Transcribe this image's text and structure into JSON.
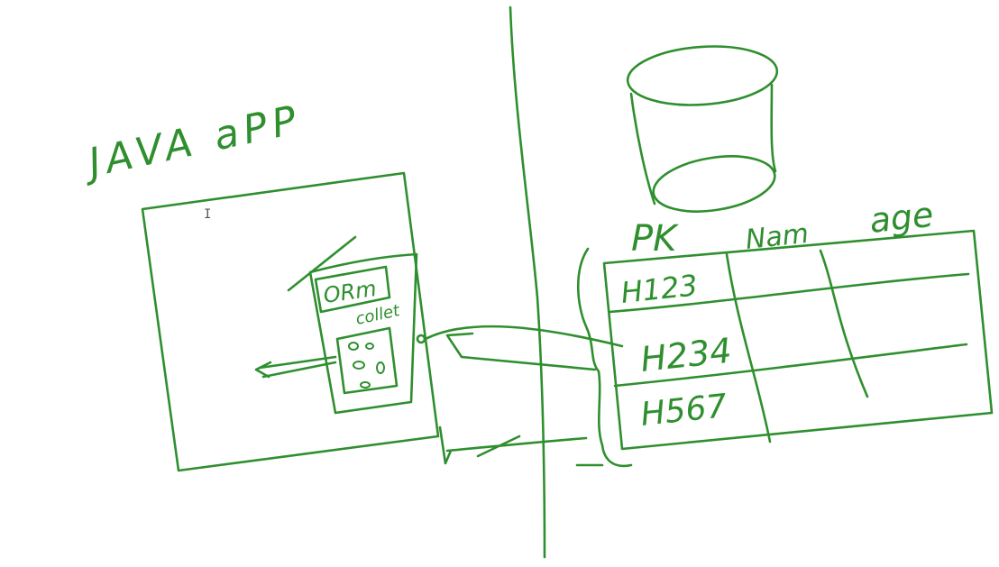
{
  "whiteboard": {
    "ink_color": "#2f8f2f",
    "background": "#ffffff",
    "cursor_icon": "text-cursor-icon",
    "cursor_glyph": "I"
  },
  "java_app": {
    "title": "JAVA aPP",
    "orm_label": "ORm",
    "collection_label": "collet"
  },
  "database": {
    "icon": "database-cylinder-icon",
    "table": {
      "headers": [
        "PK",
        "Nam",
        "age"
      ],
      "rows": [
        [
          "H123",
          "",
          ""
        ],
        [
          "H234",
          "",
          ""
        ],
        [
          "H567",
          "",
          ""
        ]
      ]
    }
  }
}
